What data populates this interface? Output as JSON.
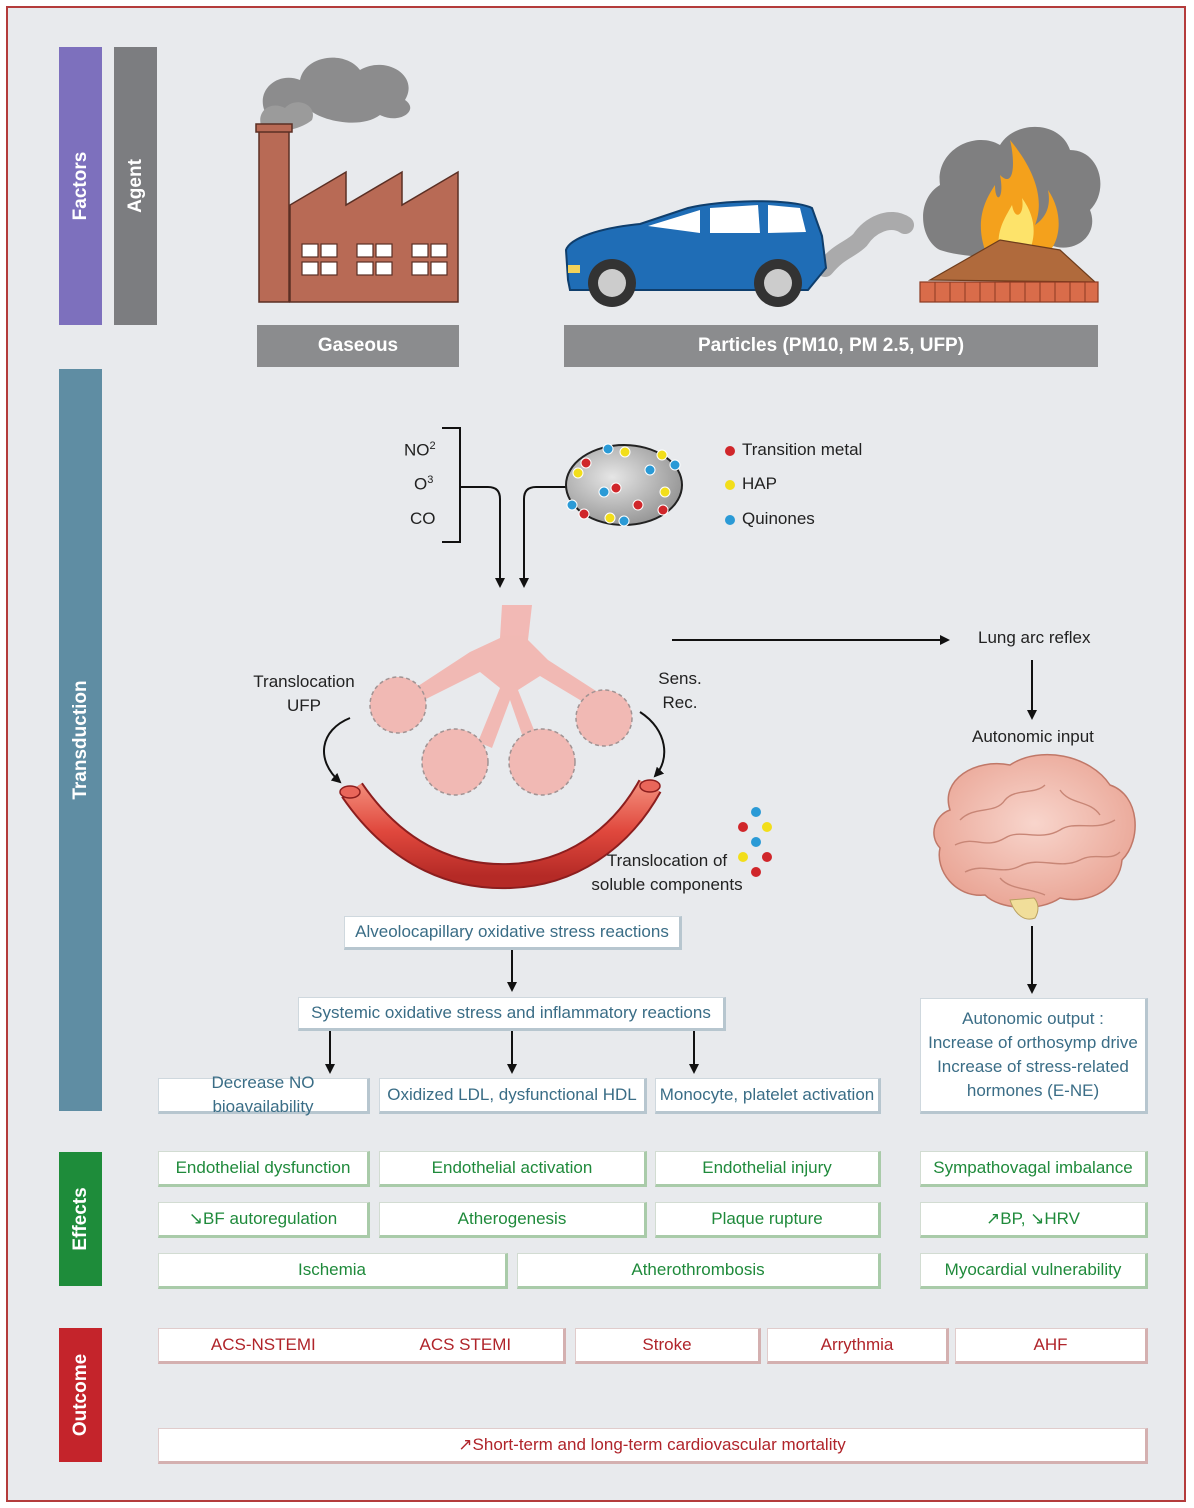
{
  "side_labels": {
    "factors": "Factors",
    "agent": "Agent",
    "transduction": "Transduction",
    "effects": "Effects",
    "outcome": "Outcome"
  },
  "agents": {
    "gaseous": "Gaseous",
    "particles": "Particles (PM10, PM 2.5, UFP)"
  },
  "gases": [
    "NO2",
    "O3",
    "CO"
  ],
  "legend": {
    "transition_metal": "Transition metal",
    "hap": "HAP",
    "quinones": "Quinones"
  },
  "lung_labels": {
    "translocation_ufp": "Translocation\nUFP",
    "sens_rec": "Sens.\nRec.",
    "translocation_soluble": "Translocation of\nsoluble components",
    "lung_arc_reflex": "Lung arc reflex",
    "autonomic_input": "Autonomic input"
  },
  "transduction_boxes": {
    "alveolocapillary": "Alveolocapillary oxidative stress reactions",
    "systemic": "Systemic oxidative stress and inflammatory reactions",
    "decrease_no": "Decrease NO bioavailability",
    "oxidized_ldl": "Oxidized LDL, dysfunctional HDL",
    "monocyte": "Monocyte, platelet activation",
    "autonomic_output": "Autonomic output :\nIncrease of orthosymp drive\nIncrease of stress-related\nhormones (E-NE)"
  },
  "effects": {
    "endothelial_dysfunction": "Endothelial dysfunction",
    "endothelial_activation": "Endothelial activation",
    "endothelial_injury": "Endothelial injury",
    "sympathovagal": "Sympathovagal imbalance",
    "bf_autoregulation": "↘BF autoregulation",
    "atherogenesis": "Atherogenesis",
    "plaque_rupture": "Plaque rupture",
    "bp_hrv": "↗BP, ↘HRV",
    "ischemia": "Ischemia",
    "atherothrombosis": "Atherothrombosis",
    "myocardial_vulnerability": "Myocardial vulnerability"
  },
  "outcomes": {
    "acs_nstemi": "ACS-NSTEMI",
    "acs_stemi": "ACS STEMI",
    "stroke": "Stroke",
    "arrythmia": "Arrythmia",
    "ahf": "AHF",
    "mortality": "↗Short-term and long-term cardiovascular mortality"
  },
  "colors": {
    "factors_bar": "#7d70bd",
    "agent_bar": "#7c7d80",
    "transduction_bar": "#5f8da3",
    "effects_bar": "#1e8c3a",
    "outcome_bar": "#c4242b",
    "transition_metal": "#d0262a",
    "hap": "#f2de1a",
    "quinones": "#2a9ad6"
  }
}
